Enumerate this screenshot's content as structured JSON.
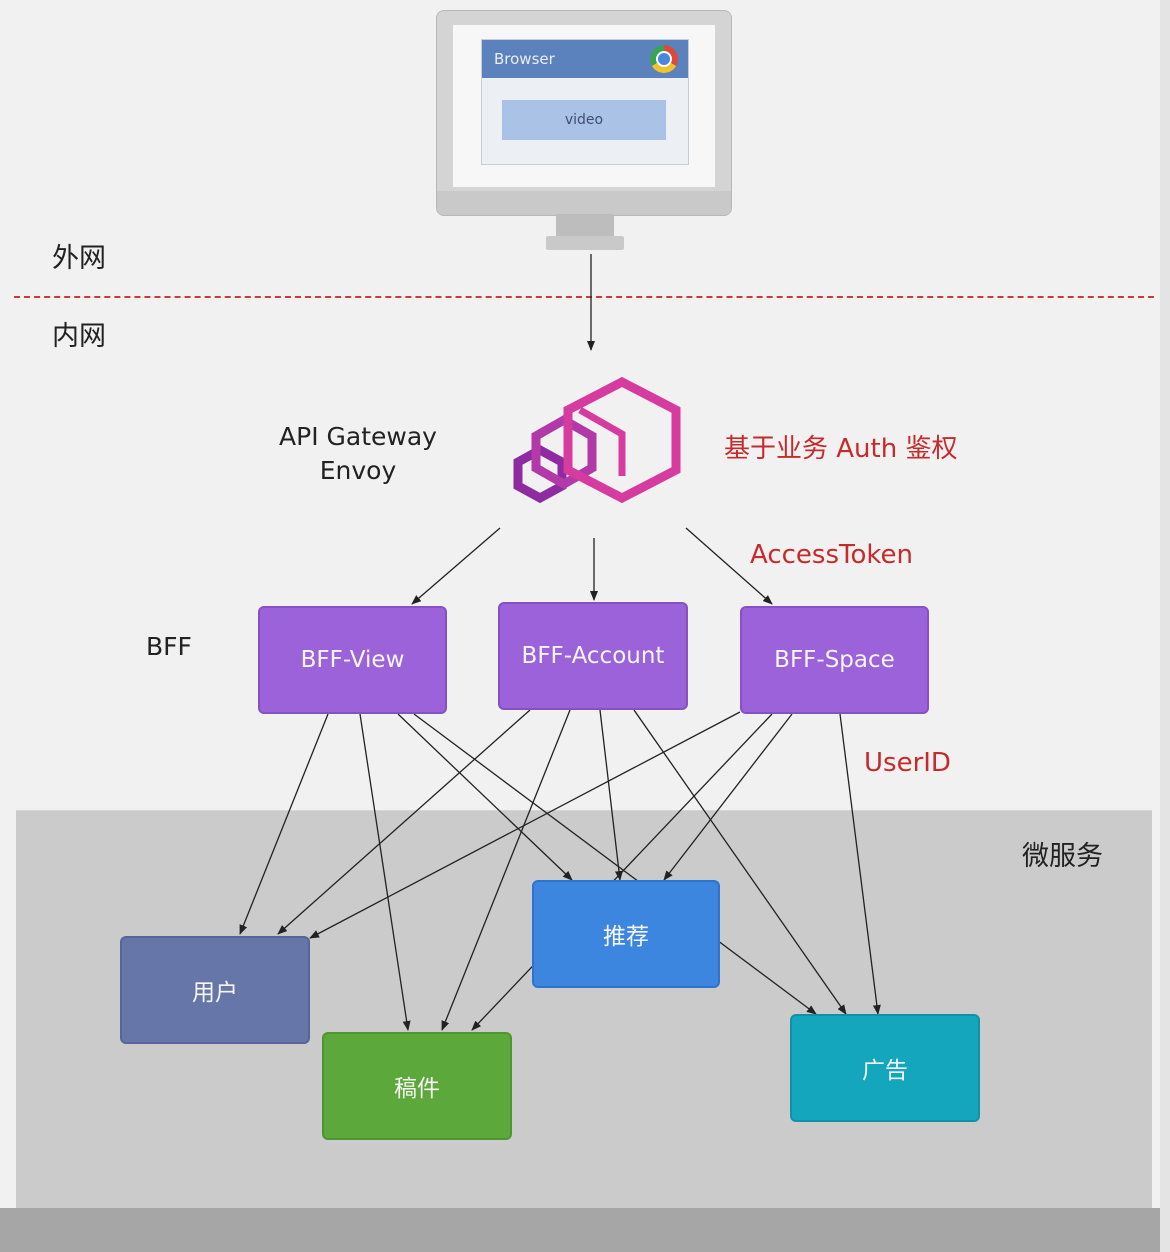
{
  "browser": {
    "title": "Browser",
    "content": "video"
  },
  "zones": {
    "external": "外网",
    "internal": "内网",
    "microservices": "微服务"
  },
  "gateway": {
    "line1": "API Gateway",
    "line2": "Envoy",
    "auth_note": "基于业务 Auth 鉴权"
  },
  "labels": {
    "access_token": "AccessToken",
    "user_id": "UserID",
    "bff": "BFF"
  },
  "bff_nodes": [
    "BFF-View",
    "BFF-Account",
    "BFF-Space"
  ],
  "services": {
    "user": "用户",
    "recommend": "推荐",
    "article": "稿件",
    "ads": "广告"
  },
  "colors": {
    "separator": "#c93a3a",
    "bff": "#9b62d9",
    "user": "#6676a8",
    "recommend": "#3c86e0",
    "article": "#5da83a",
    "ads": "#13a6bc",
    "envoy": "#d63ba0"
  },
  "icons": {
    "browser": "chrome-icon",
    "gateway": "envoy-logo-icon"
  }
}
